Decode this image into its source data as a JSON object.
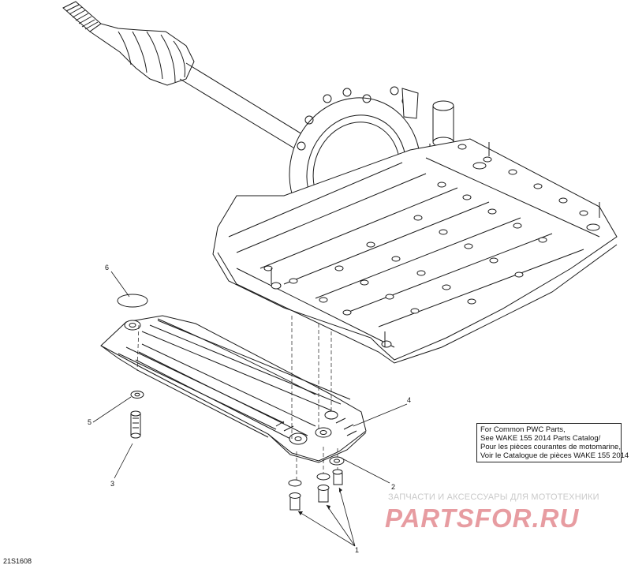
{
  "callouts": {
    "c1": "1",
    "c2": "2",
    "c3": "3",
    "c4": "4",
    "c5": "5",
    "c6": "6"
  },
  "note_lines": [
    "For Common PWC Parts,",
    "See WAKE 155 2014 Parts Catalog/",
    "Pour les pièces courantes de motomarine,",
    "Voir le Catalogue de pièces WAKE 155 2014"
  ],
  "watermark": {
    "tagline": "ЗАПЧАСТИ И АКСЕССУАРЫ ДЛЯ МОТОТЕХНИКИ",
    "logo": "PARTSFOR.RU"
  },
  "figure_id": "21S1608"
}
